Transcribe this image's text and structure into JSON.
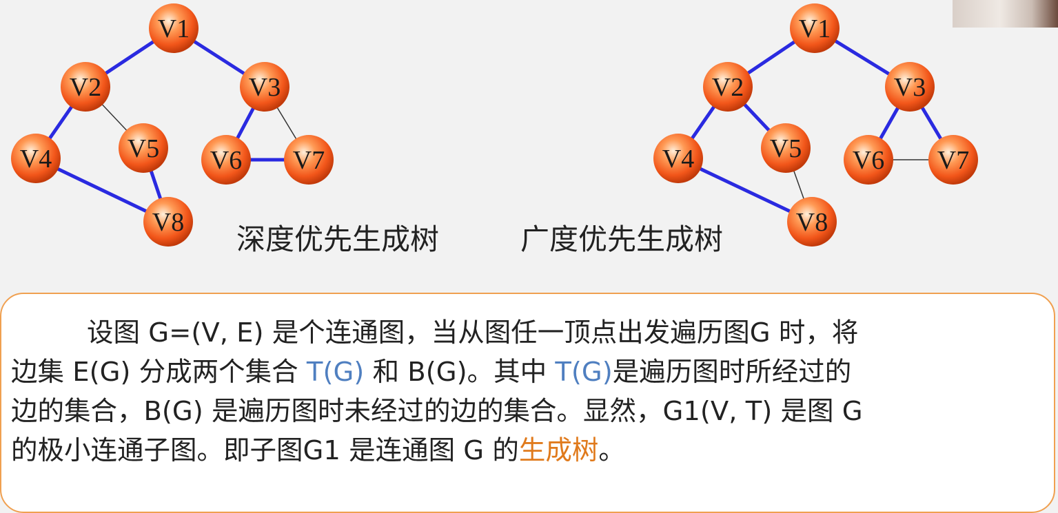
{
  "nodes": {
    "v1": "V1",
    "v2": "V2",
    "v3": "V3",
    "v4": "V4",
    "v5": "V5",
    "v6": "V6",
    "v7": "V7",
    "v8": "V8"
  },
  "captions": {
    "dfs": "深度优先生成树",
    "bfs": "广度优先生成树"
  },
  "colors": {
    "tree_edge": "#2a2ae0",
    "non_tree_edge": "#333333",
    "node_fill": "#f26a1e",
    "border": "#f0a050",
    "highlight_blue": "#4f7fc0",
    "highlight_orange": "#e07a1c"
  },
  "paragraph": {
    "l1": "设图 G=(V, E) 是个连通图，当从图任一顶点出发遍历图G 时，将",
    "l2a": "边集 E(G) 分成两个集合 ",
    "l2b": "T(G)",
    "l2c": " 和 B(G)。其中 ",
    "l2d": "T(G)",
    "l2e": "是遍历图时所经过的",
    "l3": "边的集合，B(G) 是遍历图时未经过的边的集合。显然，G1(V, T) 是图 G",
    "l4a": "的极小连通子图。即子图G1 是连通图 G 的",
    "l4b": "生成树",
    "l4c": "。"
  }
}
